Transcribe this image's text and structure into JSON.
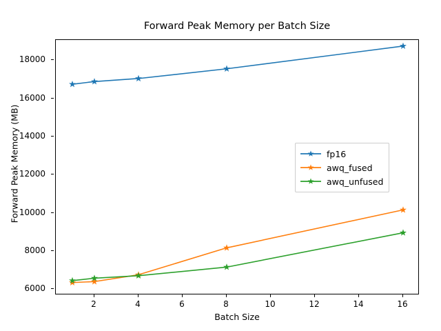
{
  "chart_data": {
    "type": "line",
    "title": "Forward Peak Memory per Batch Size",
    "xlabel": "Batch Size",
    "ylabel": "Forward Peak Memory (MB)",
    "x": [
      1,
      2,
      4,
      8,
      16
    ],
    "xlim": [
      0.25,
      16.75
    ],
    "ylim": [
      5680,
      19060
    ],
    "xticks": [
      2,
      4,
      6,
      8,
      10,
      12,
      14,
      16
    ],
    "yticks": [
      6000,
      8000,
      10000,
      12000,
      14000,
      16000,
      18000
    ],
    "xtick_labels": [
      "2",
      "4",
      "6",
      "8",
      "10",
      "12",
      "14",
      "16"
    ],
    "ytick_labels": [
      "6000",
      "8000",
      "10000",
      "12000",
      "14000",
      "16000",
      "18000"
    ],
    "grid": false,
    "legend_position": "center right",
    "marker": "star",
    "series": [
      {
        "name": "fp16",
        "color": "#1f77b4",
        "values": [
          16740,
          16880,
          17040,
          17550,
          18740
        ]
      },
      {
        "name": "awq_fused",
        "color": "#ff7f0e",
        "values": [
          6340,
          6390,
          6750,
          8160,
          10150
        ]
      },
      {
        "name": "awq_unfused",
        "color": "#2ca02c",
        "values": [
          6440,
          6570,
          6700,
          7150,
          8950
        ]
      }
    ]
  },
  "legend": {
    "entries": [
      "fp16",
      "awq_fused",
      "awq_unfused"
    ]
  }
}
